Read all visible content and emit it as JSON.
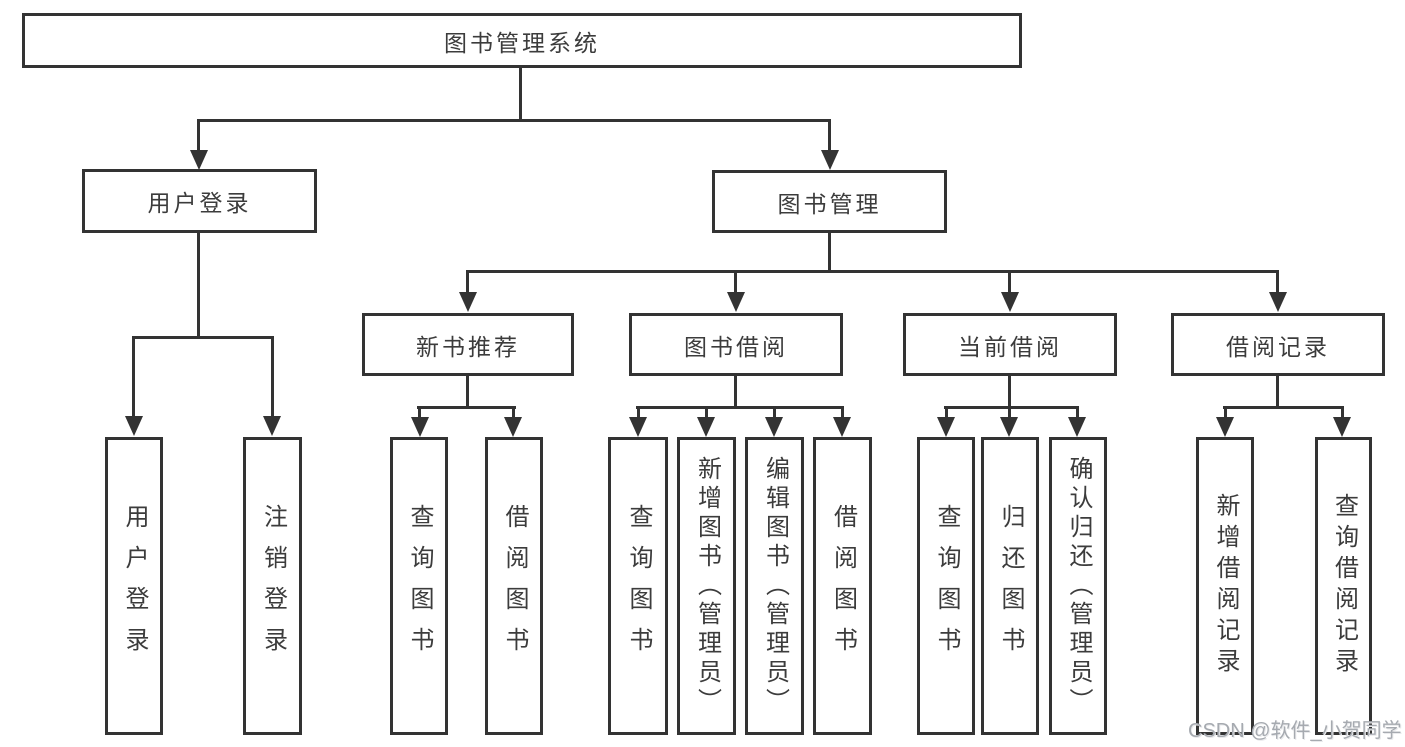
{
  "colors": {
    "line": "#333333",
    "text": "#3c3c3c",
    "watermark": "#a6aab0",
    "background": "#ffffff"
  },
  "tree": {
    "root": "图书管理系统",
    "branches": [
      {
        "label": "用户登录",
        "children": [
          "用户登录",
          "注销登录"
        ]
      },
      {
        "label": "图书管理",
        "children": [
          {
            "label": "新书推荐",
            "children": [
              "查询图书",
              "借阅图书"
            ]
          },
          {
            "label": "图书借阅",
            "children": [
              "查询图书",
              "新增图书（管理员）",
              "编辑图书（管理员）",
              "借阅图书"
            ]
          },
          {
            "label": "当前借阅",
            "children": [
              "查询图书",
              "归还图书",
              "确认归还（管理员）"
            ]
          },
          {
            "label": "借阅记录",
            "children": [
              "新增借阅记录",
              "查询借阅记录"
            ]
          }
        ]
      }
    ]
  },
  "watermark": "CSDN @软件_小贺同学"
}
